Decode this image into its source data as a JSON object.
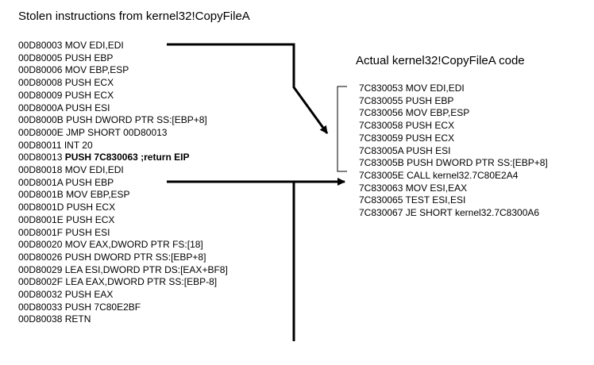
{
  "left_title": "Stolen instructions from kernel32!CopyFileA",
  "right_title": "Actual kernel32!CopyFileA code",
  "stolen_lines": [
    {
      "addr": "00D80003",
      "text": "MOV EDI,EDI"
    },
    {
      "addr": "00D80005",
      "text": "PUSH EBP"
    },
    {
      "addr": "00D80006",
      "text": "MOV EBP,ESP"
    },
    {
      "addr": "00D80008",
      "text": "PUSH ECX"
    },
    {
      "addr": "00D80009",
      "text": "PUSH ECX"
    },
    {
      "addr": "00D8000A",
      "text": "PUSH ESI"
    },
    {
      "addr": "00D8000B",
      "text": "PUSH DWORD PTR SS:[EBP+8]"
    },
    {
      "addr": "00D8000E",
      "text": "JMP SHORT 00D80013"
    },
    {
      "addr": "00D80011",
      "text": "INT 20"
    },
    {
      "addr": "00D80013",
      "text": "PUSH 7C830063 ;return EIP",
      "bold": true
    },
    {
      "addr": "00D80018",
      "text": "MOV EDI,EDI"
    },
    {
      "addr": "00D8001A",
      "text": "PUSH EBP"
    },
    {
      "addr": "00D8001B",
      "text": "MOV EBP,ESP"
    },
    {
      "addr": "00D8001D",
      "text": "PUSH ECX"
    },
    {
      "addr": "00D8001E",
      "text": "PUSH ECX"
    },
    {
      "addr": "00D8001F",
      "text": "PUSH ESI"
    },
    {
      "addr": "00D80020",
      "text": "MOV EAX,DWORD PTR FS:[18]"
    },
    {
      "addr": "00D80026",
      "text": "PUSH DWORD PTR SS:[EBP+8]"
    },
    {
      "addr": "00D80029",
      "text": "LEA ESI,DWORD PTR DS:[EAX+BF8]"
    },
    {
      "addr": "00D8002F",
      "text": "LEA EAX,DWORD PTR SS:[EBP-8]"
    },
    {
      "addr": "00D80032",
      "text": "PUSH EAX"
    },
    {
      "addr": "00D80033",
      "text": "PUSH 7C80E2BF"
    },
    {
      "addr": "00D80038",
      "text": "RETN"
    }
  ],
  "actual_lines": [
    {
      "addr": "7C830053",
      "text": "MOV EDI,EDI"
    },
    {
      "addr": "7C830055",
      "text": "PUSH EBP"
    },
    {
      "addr": "7C830056",
      "text": "MOV EBP,ESP"
    },
    {
      "addr": "7C830058",
      "text": "PUSH ECX"
    },
    {
      "addr": "7C830059",
      "text": "PUSH ECX"
    },
    {
      "addr": "7C83005A",
      "text": "PUSH ESI"
    },
    {
      "addr": "7C83005B",
      "text": "PUSH DWORD PTR SS:[EBP+8]"
    },
    {
      "addr": "7C83005E",
      "text": "CALL kernel32.7C80E2A4"
    },
    {
      "addr": "7C830063",
      "text": "MOV ESI,EAX"
    },
    {
      "addr": "7C830065",
      "text": "TEST ESI,ESI"
    },
    {
      "addr": "7C830067",
      "text": "JE SHORT kernel32.7C8300A6"
    }
  ]
}
